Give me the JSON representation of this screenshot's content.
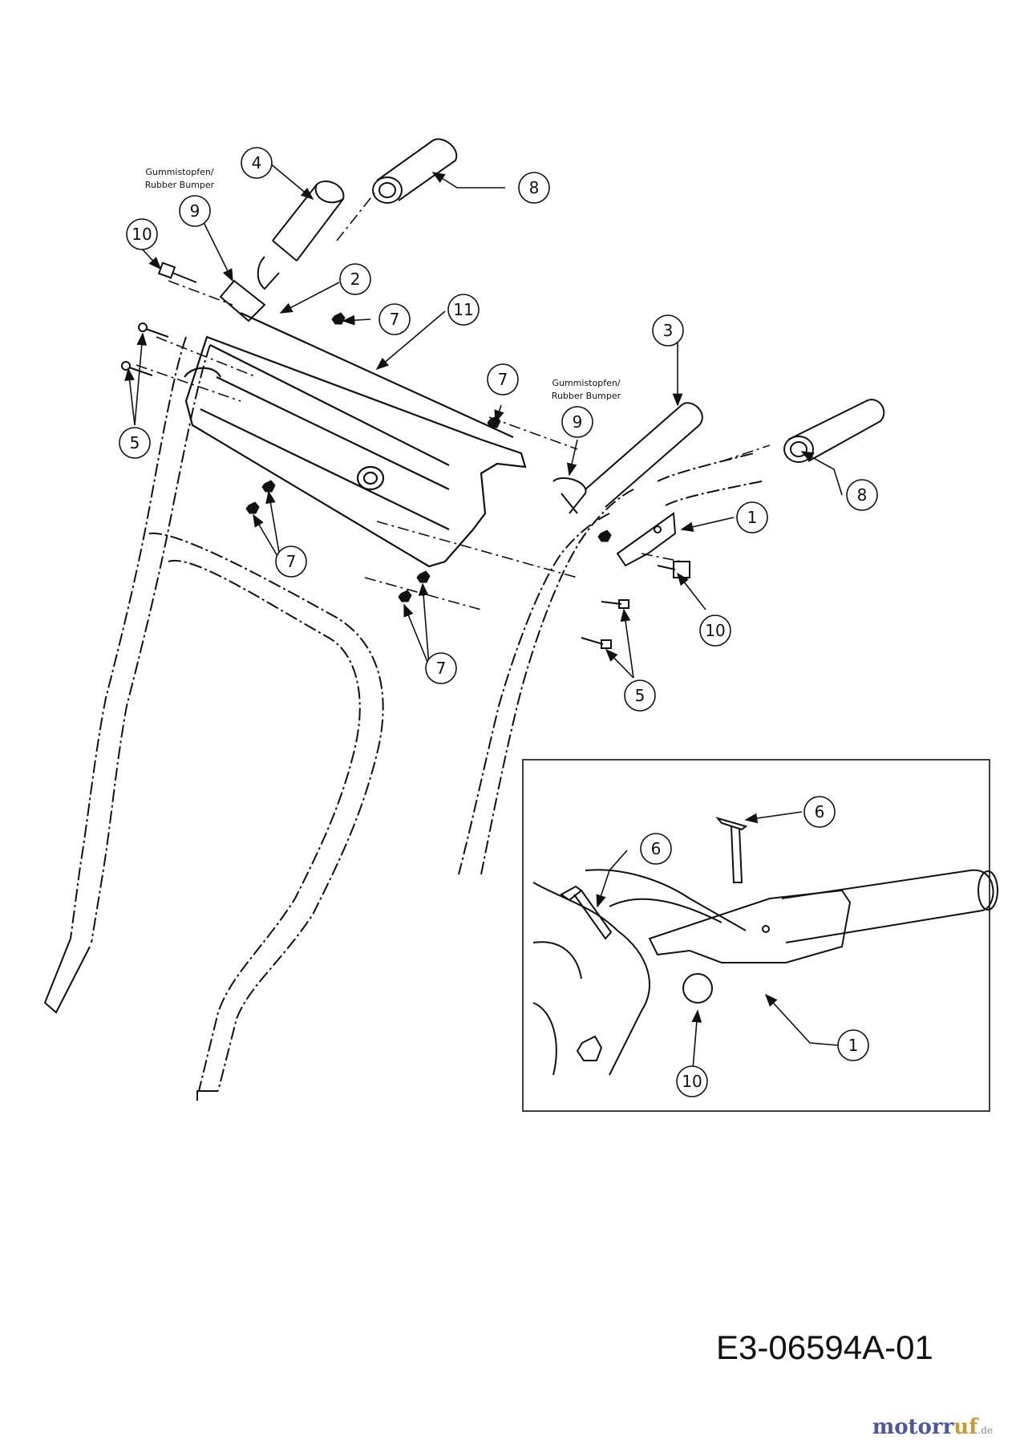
{
  "labels": {
    "rubber_bumper_left": [
      "Gummistopfen/",
      "Rubber Bumper"
    ],
    "rubber_bumper_right": [
      "Gummistopfen/",
      "Rubber Bumper"
    ]
  },
  "callouts": [
    {
      "id": "c4",
      "text": "4"
    },
    {
      "id": "c8a",
      "text": "8"
    },
    {
      "id": "c9a",
      "text": "9"
    },
    {
      "id": "c10a",
      "text": "10"
    },
    {
      "id": "c2",
      "text": "2"
    },
    {
      "id": "c7a",
      "text": "7"
    },
    {
      "id": "c11",
      "text": "11"
    },
    {
      "id": "c3",
      "text": "3"
    },
    {
      "id": "c7b",
      "text": "7"
    },
    {
      "id": "c9b",
      "text": "9"
    },
    {
      "id": "c8b",
      "text": "8"
    },
    {
      "id": "c1a",
      "text": "1"
    },
    {
      "id": "c5a",
      "text": "5"
    },
    {
      "id": "c7c",
      "text": "7"
    },
    {
      "id": "c10b",
      "text": "10"
    },
    {
      "id": "c7d",
      "text": "7"
    },
    {
      "id": "c5b",
      "text": "5"
    },
    {
      "id": "c6a",
      "text": "6"
    },
    {
      "id": "c6b",
      "text": "6"
    },
    {
      "id": "c1b",
      "text": "1"
    },
    {
      "id": "c10c",
      "text": "10"
    }
  ],
  "drawing_number": "E3-06594A-01",
  "watermark": {
    "brand_a": "motor",
    "brand_b": "uf",
    "dot": "r",
    "tld": ".de"
  },
  "colors": {
    "line": "#111111",
    "watermark_blue": "#4a57a5",
    "watermark_gold": "#c89a35"
  }
}
